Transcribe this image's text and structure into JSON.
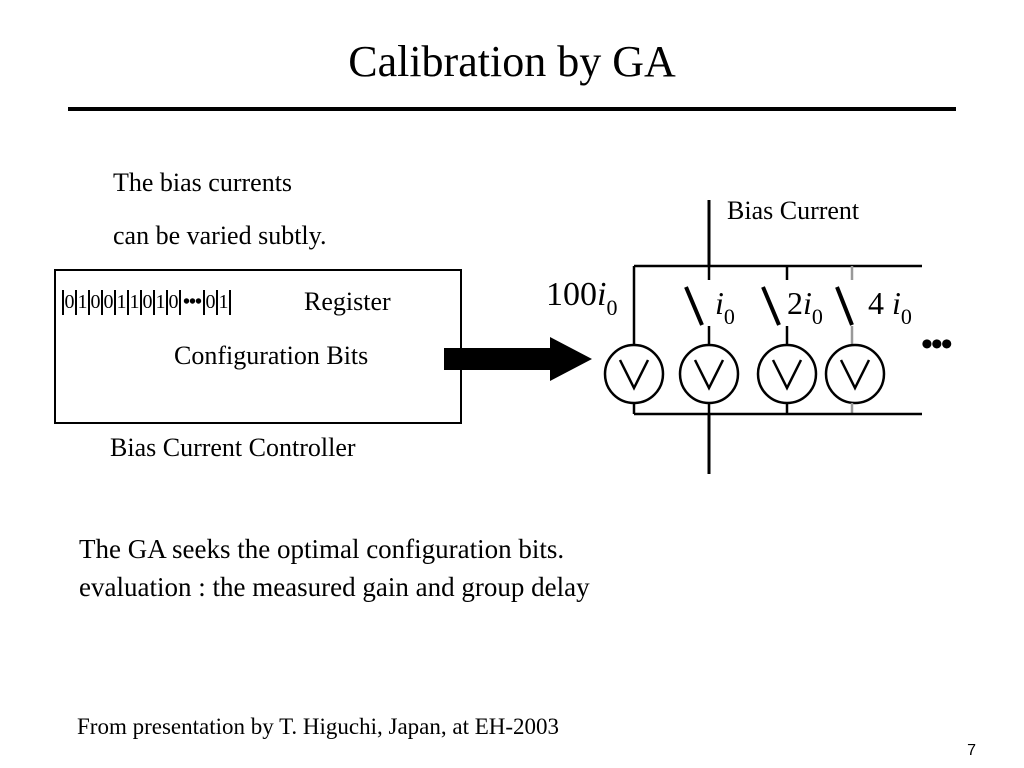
{
  "slide": {
    "title": "Calibration by GA",
    "intro_line1": "The bias currents",
    "intro_line2": "can be varied subtly.",
    "bias_current_label": "Bias Current",
    "register": {
      "bits_a": [
        "0",
        "1",
        "0",
        "0",
        "1",
        "1",
        "0",
        "1",
        "0"
      ],
      "ellipsis": "•••",
      "bits_b": [
        "0",
        "1"
      ],
      "label": "Register"
    },
    "config_bits_label": "Configuration Bits",
    "controller_label": "Bias Current Controller",
    "sources": {
      "s0": {
        "coef": "100",
        "var": "i",
        "sub": "0"
      },
      "s1": {
        "coef": "",
        "var": "i",
        "sub": "0"
      },
      "s2": {
        "coef": "2",
        "var": "i",
        "sub": "0"
      },
      "s3": {
        "coef": "4",
        "var": "i",
        "sub": "0"
      },
      "more": "•••"
    },
    "body_line1": "The GA seeks the optimal configuration bits.",
    "body_line2": "evaluation : the measured gain and group delay",
    "footer": "From presentation by T. Higuchi, Japan, at EH-2003",
    "page_number": "7"
  }
}
